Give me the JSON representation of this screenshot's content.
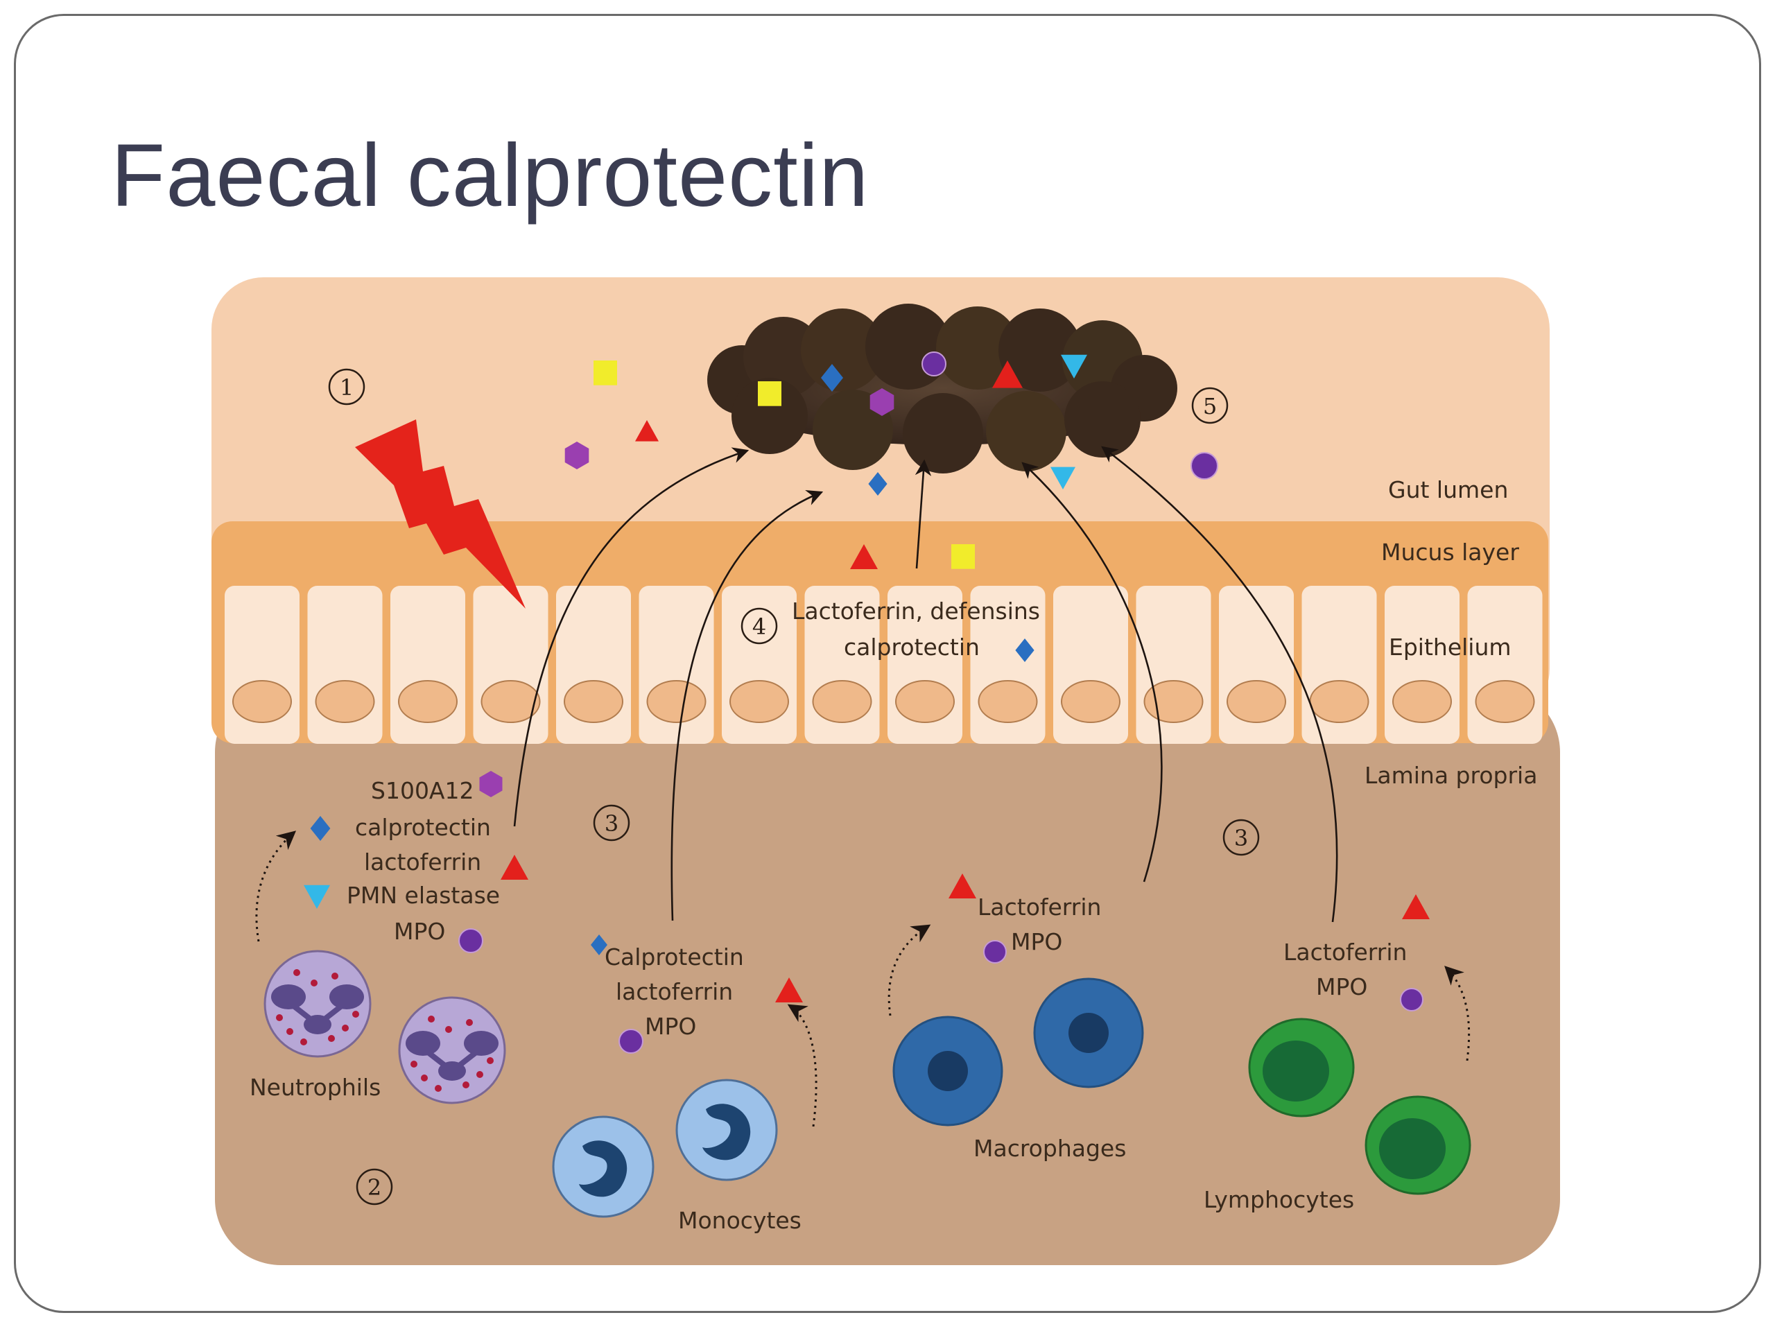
{
  "slide": {
    "title": "Faecal calprotectin"
  },
  "diagram": {
    "layers": {
      "gut_lumen": "Gut lumen",
      "mucus_layer": "Mucus layer",
      "epithelium": "Epithelium",
      "lamina_propria": "Lamina propria"
    },
    "step_numbers": [
      "1",
      "2",
      "3",
      "3",
      "4",
      "5"
    ],
    "epithelium_note": {
      "line1": "Lactoferrin, defensins",
      "line2": "calprotectin"
    },
    "neutrophils": {
      "label": "Neutrophils",
      "markers": [
        "S100A12",
        "calprotectin",
        "lactoferrin",
        "PMN elastase",
        "MPO"
      ]
    },
    "monocytes": {
      "label": "Monocytes",
      "markers": [
        "Calprotectin",
        "lactoferrin",
        "MPO"
      ]
    },
    "macrophages": {
      "label": "Macrophages",
      "markers": [
        "Lactoferrin",
        "MPO"
      ]
    },
    "lymphocytes": {
      "label": "Lymphocytes",
      "markers": [
        "Lactoferrin",
        "MPO"
      ]
    },
    "legend_shapes": {
      "S100A12": "purple-hexagon",
      "calprotectin": "blue-diamond",
      "lactoferrin": "red-triangle",
      "PMN elastase": "cyan-inverted-triangle",
      "MPO": "purple-circle",
      "defensins": "yellow-square"
    },
    "colors": {
      "lumen": "#f6cfae",
      "mucus": "#efad69",
      "epithelial_cell": "#fbe6d3",
      "nucleus": "#efb98a",
      "lamina": "#c8a283",
      "stool": "#3e2c1f",
      "calprotectin": "#2a6fc1",
      "lactoferrin": "#e3201c",
      "elastase": "#33b8e8",
      "mpo": "#6a2fa0",
      "s100a12": "#9a3fb0",
      "defensin": "#f1ec2b",
      "neutrophil": "#b7a7d6",
      "monocyte": "#9cc1e9",
      "macrophage": "#2f69a8",
      "lymphocyte": "#2c9a3c",
      "title": "#3b3d52"
    }
  }
}
